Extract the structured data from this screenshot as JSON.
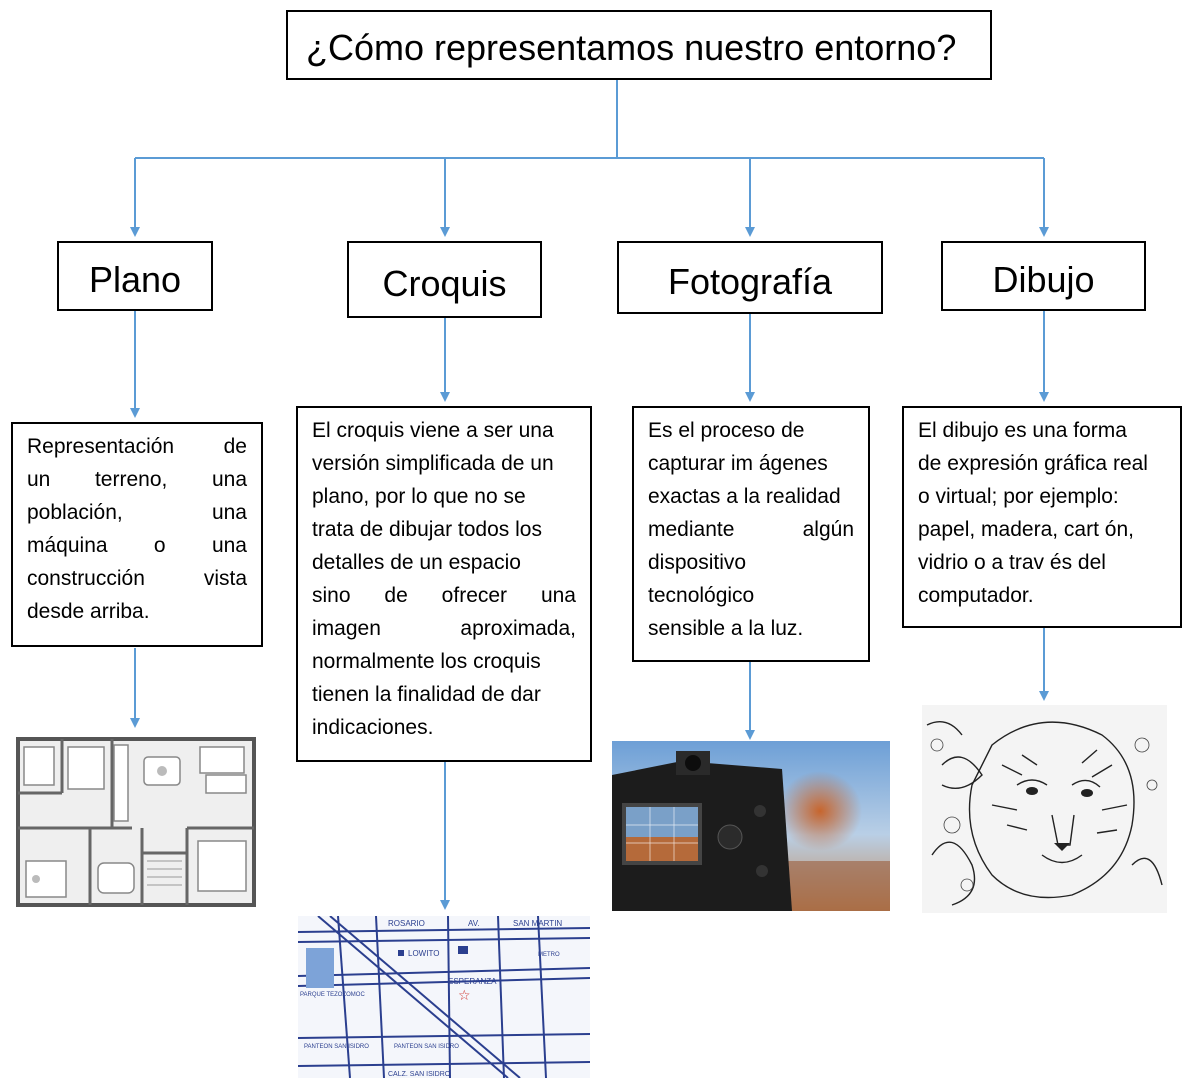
{
  "title": "¿Cómo representamos nuestro entorno?",
  "categories": [
    {
      "label": "Plano",
      "description": [
        "Representación de",
        "un terreno, una",
        "población, una",
        "máquina o una",
        "construcción vista",
        "desde arriba."
      ]
    },
    {
      "label": "Croquis",
      "description": [
        "El croquis viene a ser una",
        "versión simplificada de un",
        "plano, por lo que no se",
        "trata de dibujar todos los",
        "detalles de un espacio",
        "sino de ofrecer una",
        "imagen aproximada,",
        "normalmente los croquis",
        "tienen la finalidad de dar",
        "indicaciones."
      ]
    },
    {
      "label": "Fotografía",
      "description": [
        "Es el proceso de",
        "capturar im ágenes",
        "exactas a la realidad",
        "mediante algún",
        "dispositivo",
        "tecnológico",
        "sensible a la luz."
      ]
    },
    {
      "label": "Dibujo",
      "description": [
        "El dibujo es una forma",
        "de expresión gráfica real",
        "o virtual; por ejemplo:",
        "papel, madera, cart ón,",
        "vidrio o a trav és del",
        "computador."
      ]
    }
  ],
  "map_labels": {
    "rosario": "ROSARIO",
    "av": "AV.",
    "san_martin": "SAN MARTIN",
    "lowito": "LOWITO",
    "esperanza": "ESPERANZA",
    "parque": "PARQUE TEZOZOMOC",
    "panteon1": "PANTEON SAN ISIDRO",
    "panteon2": "PANTEON SAN ISIDRO",
    "calz": "CALZ. SAN ISIDRO",
    "metro": "METRO"
  },
  "colors": {
    "connector": "#5b9bd5",
    "border": "#000000"
  }
}
